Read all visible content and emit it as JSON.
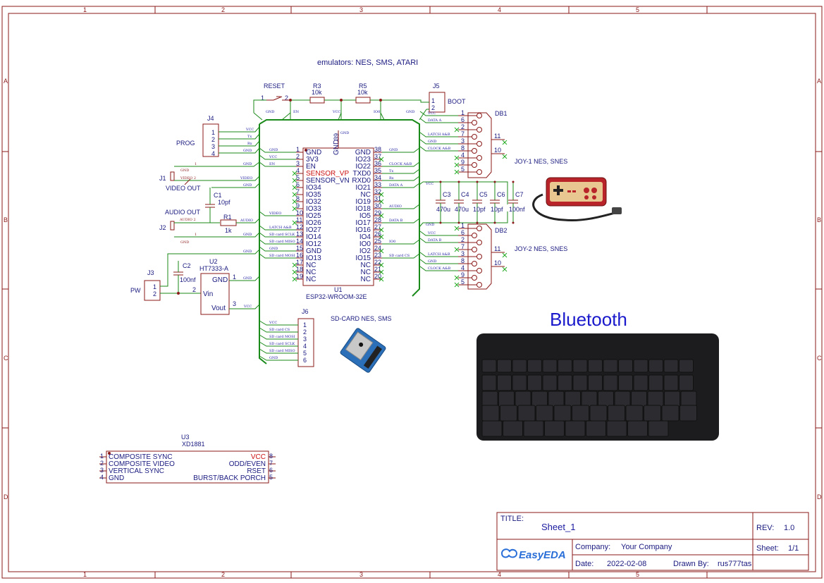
{
  "header": {
    "title": "emulators: NES, SMS, ATARI"
  },
  "grid": {
    "cols": [
      "1",
      "2",
      "3",
      "4",
      "5"
    ],
    "rows": [
      "A",
      "B",
      "C",
      "D"
    ]
  },
  "parts": {
    "reset": {
      "ref": "RESET",
      "p1": "1",
      "p2": "2"
    },
    "r3": {
      "ref": "R3",
      "val": "10k"
    },
    "r5": {
      "ref": "R5",
      "val": "10k"
    },
    "j5": {
      "ref": "J5",
      "name": "BOOT",
      "p1": "1",
      "p2": "2"
    },
    "j4": {
      "ref": "J4",
      "name": "PROG",
      "pins": [
        "1",
        "2",
        "3",
        "4"
      ]
    },
    "j1": {
      "ref": "J1",
      "name": "VIDEO OUT"
    },
    "j2": {
      "ref": "J2",
      "name": "AUDIO OUT"
    },
    "c1": {
      "ref": "C1",
      "val": "10pf"
    },
    "r1": {
      "ref": "R1",
      "val": "1k"
    },
    "j3": {
      "ref": "J3",
      "name": "PW",
      "pins": [
        "1",
        "2"
      ]
    },
    "c2": {
      "ref": "C2",
      "val": "100nf"
    },
    "u2": {
      "ref": "U2",
      "part": "HT7333-A",
      "gnd": "GND",
      "vin": "Vin",
      "vout": "Vout",
      "n1": "1",
      "n2": "2",
      "n3": "3"
    },
    "u1": {
      "ref": "U1",
      "part": "ESP32-WROOM-32E",
      "top_pin": "39",
      "top_label": "GND"
    },
    "j6": {
      "ref": "J6",
      "name": "SD-CARD NES, SMS",
      "pins": [
        "1",
        "2",
        "3",
        "4",
        "5",
        "6"
      ]
    },
    "c3": {
      "ref": "C3",
      "val": "470u"
    },
    "c4": {
      "ref": "C4",
      "val": "470u"
    },
    "c5": {
      "ref": "C5",
      "val": "10pf"
    },
    "c6": {
      "ref": "C6",
      "val": "10pf"
    },
    "c7": {
      "ref": "C7",
      "val": "100nf"
    },
    "db1": {
      "ref": "DB1",
      "name": "JOY-1 NES, SNES"
    },
    "db2": {
      "ref": "DB2",
      "name": "JOY-2 NES, SNES"
    },
    "u3": {
      "ref": "U3",
      "part": "XD1881"
    }
  },
  "u1_left": [
    {
      "n": "1",
      "l": "GND",
      "red": false
    },
    {
      "n": "2",
      "l": "3V3",
      "red": false
    },
    {
      "n": "3",
      "l": "EN",
      "red": false
    },
    {
      "n": "4",
      "l": "SENSOR_VP",
      "red": true
    },
    {
      "n": "5",
      "l": "SENSOR_VN",
      "red": false
    },
    {
      "n": "6",
      "l": "IO34",
      "red": false
    },
    {
      "n": "7",
      "l": "IO35",
      "red": false
    },
    {
      "n": "8",
      "l": "IO32",
      "red": false
    },
    {
      "n": "9",
      "l": "IO33",
      "red": false
    },
    {
      "n": "10",
      "l": "IO25",
      "red": false
    },
    {
      "n": "11",
      "l": "IO26",
      "red": false
    },
    {
      "n": "12",
      "l": "IO27",
      "red": false
    },
    {
      "n": "13",
      "l": "IO14",
      "red": false
    },
    {
      "n": "14",
      "l": "IO12",
      "red": false
    },
    {
      "n": "15",
      "l": "GND",
      "red": false
    },
    {
      "n": "16",
      "l": "IO13",
      "red": false
    },
    {
      "n": "17",
      "l": "NC",
      "red": false
    },
    {
      "n": "18",
      "l": "NC",
      "red": false
    },
    {
      "n": "19",
      "l": "NC",
      "red": false
    }
  ],
  "u1_right": [
    {
      "n": "38",
      "l": "GND"
    },
    {
      "n": "37",
      "l": "IO23"
    },
    {
      "n": "36",
      "l": "IO22"
    },
    {
      "n": "35",
      "l": "TXD0"
    },
    {
      "n": "34",
      "l": "RXD0"
    },
    {
      "n": "33",
      "l": "IO21"
    },
    {
      "n": "32",
      "l": "NC"
    },
    {
      "n": "31",
      "l": "IO19"
    },
    {
      "n": "30",
      "l": "IO18"
    },
    {
      "n": "29",
      "l": "IO5"
    },
    {
      "n": "28",
      "l": "IO17"
    },
    {
      "n": "27",
      "l": "IO16"
    },
    {
      "n": "26",
      "l": "IO4"
    },
    {
      "n": "25",
      "l": "IO0"
    },
    {
      "n": "24",
      "l": "IO2"
    },
    {
      "n": "23",
      "l": "IO15"
    },
    {
      "n": "22",
      "l": "NC"
    },
    {
      "n": "21",
      "l": "NC"
    },
    {
      "n": "20",
      "l": "NC"
    }
  ],
  "u1_left_nets": [
    "GND",
    "VCC",
    "EN",
    "",
    "",
    "",
    "",
    "",
    "",
    "VIDEO",
    "",
    "LATCH A&B",
    "SD card SCLK",
    "SD card MISO",
    "GND",
    "SD card MOSI",
    "",
    "",
    ""
  ],
  "u1_right_nets": [
    "GND",
    "",
    "CLOCK A&B",
    "Tx",
    "Rx",
    "DATA A",
    "",
    "",
    "AUDIO",
    "",
    "DATA B",
    "",
    "",
    "IO0",
    "",
    "SD card CS",
    "",
    "",
    ""
  ],
  "db1_pins": [
    "1",
    "6",
    "2",
    "7",
    "3",
    "8",
    "4",
    "9",
    "5"
  ],
  "db1_nets": [
    "VCC",
    "DATA A",
    "",
    "LATCH A&B",
    "GND",
    "CLOCK A&B",
    "",
    "",
    ""
  ],
  "db2_pins": [
    "1",
    "6",
    "2",
    "7",
    "3",
    "8",
    "4",
    "9",
    "5"
  ],
  "db2_nets": [
    "",
    "VCC",
    "DATA B",
    "",
    "LATCH A&B",
    "GND",
    "CLOCK A&B",
    "",
    ""
  ],
  "db_side": {
    "p11": "11",
    "p10": "10"
  },
  "j4_nets": [
    "VCC",
    "Tx",
    "Rx",
    "GND"
  ],
  "j6_nets": [
    "VCC",
    "SD card CS",
    "SD card MOSI",
    "SD card SCLK",
    "SD card MISO",
    "GND"
  ],
  "nets": {
    "gnd": "GND",
    "vcc": "VCC",
    "en": "EN",
    "io0": "IO0",
    "video": "VIDEO",
    "video2": "VIDEO 2",
    "audio": "AUDIO",
    "audio2": "AUDIO 2",
    "one": "1"
  },
  "u3_left": [
    {
      "n": "1",
      "l": "COMPOSITE SYNC"
    },
    {
      "n": "2",
      "l": "COMPOSITE VIDEO"
    },
    {
      "n": "3",
      "l": "VERTICAL SYNC"
    },
    {
      "n": "4",
      "l": "GND"
    }
  ],
  "u3_right": [
    {
      "n": "8",
      "l": "VCC",
      "red": true
    },
    {
      "n": "7",
      "l": "ODD/EVEN",
      "red": false
    },
    {
      "n": "6",
      "l": "RSET",
      "red": false
    },
    {
      "n": "5",
      "l": "BURST/BACK PORCH",
      "red": false
    }
  ],
  "bluetooth": {
    "title": "Bluetooth"
  },
  "title_block": {
    "title_label": "TITLE:",
    "title": "Sheet_1",
    "rev_label": "REV:",
    "rev": "1.0",
    "company_label": "Company:",
    "company": "Your Company",
    "sheet_label": "Sheet:",
    "sheet": "1/1",
    "date_label": "Date:",
    "date": "2022-02-08",
    "drawn_label": "Drawn By:",
    "drawn": "rus777tas",
    "logo": "EasyEDA"
  },
  "colors": {
    "frame": "#8b1a1a",
    "wire": "#1a8a1a",
    "text": "#1a1a80",
    "highlight": "#cc1111",
    "bluetooth": "#1a1acc"
  }
}
